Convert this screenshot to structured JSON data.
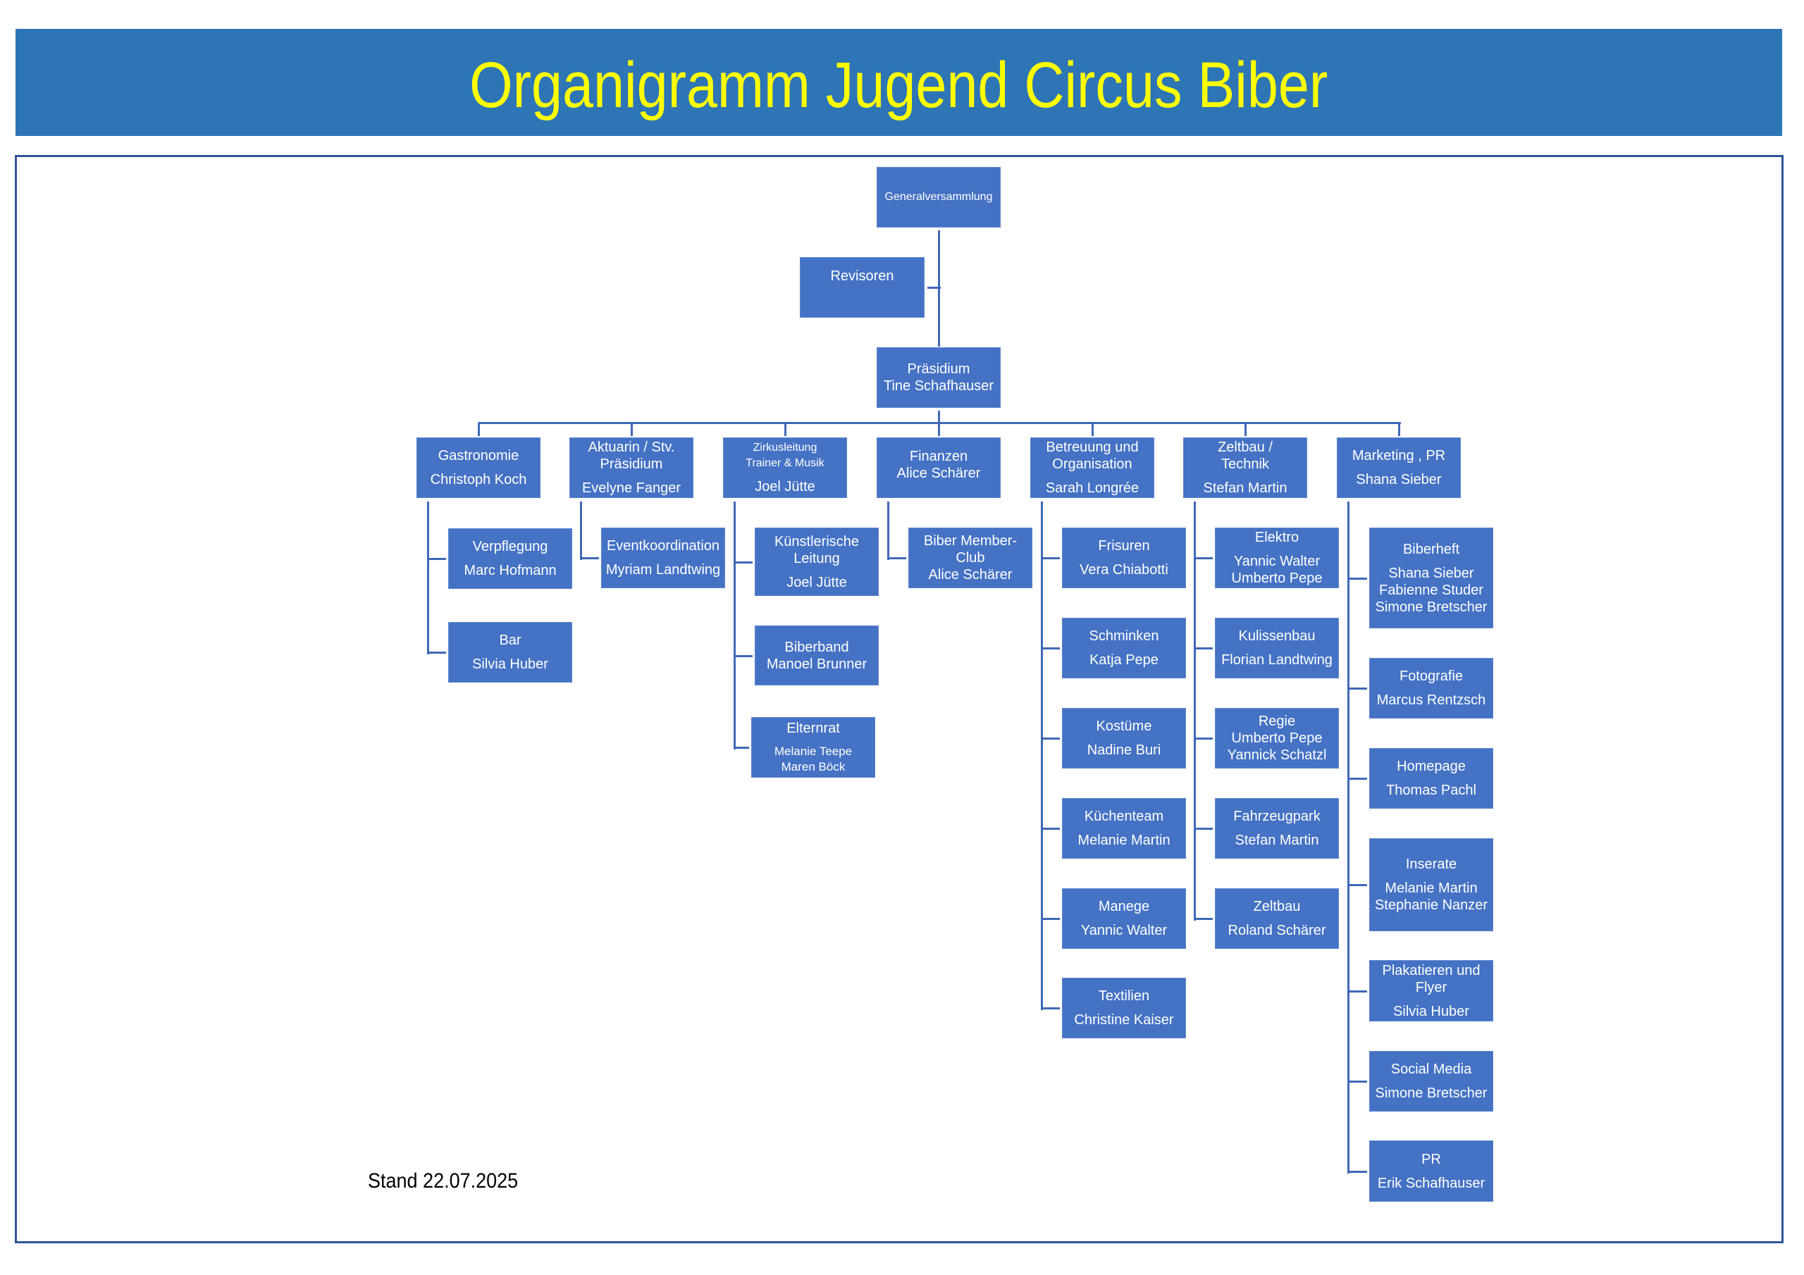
{
  "title": "Organigramm Jugend Circus Biber",
  "footer": {
    "stand": "Stand 22.07.2025"
  },
  "colors": {
    "banner": "#2E75B6",
    "title_text": "#FFFF00",
    "node": "#4472C4",
    "node_text": "#FFFFFF",
    "connector": "#4068B8",
    "frame": "#2F5597"
  },
  "nodes": {
    "generalversammlung": {
      "title": "Generalversammlung",
      "people": ""
    },
    "revisoren": {
      "title": "Revisoren",
      "people": ""
    },
    "praesidium": {
      "title": "Präsidium",
      "people": "Tine Schafhauser"
    },
    "gastronomie": {
      "title": "Gastronomie",
      "people": "Christoph Koch"
    },
    "aktuarin": {
      "title": "Aktuarin / Stv.\nPräsidium",
      "people": "Evelyne Fanger"
    },
    "zirkusleitung": {
      "title": "Zirkusleitung\nTrainer & Musik",
      "people": "Joel Jütte"
    },
    "finanzen": {
      "title": "Finanzen",
      "people": "Alice Schärer"
    },
    "betreuung": {
      "title": "Betreuung und\nOrganisation",
      "people": "Sarah Longrée"
    },
    "zeltbau_technik": {
      "title": "Zeltbau /\nTechnik",
      "people": "Stefan Martin"
    },
    "marketing": {
      "title": "Marketing , PR",
      "people": "Shana Sieber"
    },
    "verpflegung": {
      "title": "Verpflegung",
      "people": "Marc Hofmann"
    },
    "bar": {
      "title": "Bar",
      "people": "Silvia Huber"
    },
    "eventkoordination": {
      "title": "Eventkoordination",
      "people": "Myriam Landtwing"
    },
    "kuenstlerische_leitung": {
      "title": "Künstlerische\nLeitung",
      "people": "Joel Jütte"
    },
    "biberband": {
      "title": "Biberband",
      "people": "Manoel Brunner"
    },
    "elternrat": {
      "title": "Elternrat",
      "people": "Melanie Teepe\nMaren Böck"
    },
    "member_club": {
      "title": "Biber Member-\nClub",
      "people": "Alice Schärer"
    },
    "frisuren": {
      "title": "Frisuren",
      "people": "Vera Chiabotti"
    },
    "schminken": {
      "title": "Schminken",
      "people": "Katja Pepe"
    },
    "kostueme": {
      "title": "Kostüme",
      "people": "Nadine Buri"
    },
    "kuechenteam": {
      "title": "Küchenteam",
      "people": "Melanie Martin"
    },
    "manege": {
      "title": "Manege",
      "people": "Yannic Walter"
    },
    "textilien": {
      "title": "Textilien",
      "people": "Christine Kaiser"
    },
    "elektro": {
      "title": "Elektro",
      "people": "Yannic Walter\nUmberto Pepe"
    },
    "kulissenbau": {
      "title": "Kulissenbau",
      "people": "Florian Landtwing"
    },
    "regie": {
      "title": "Regie",
      "people": "Umberto Pepe\nYannick Schatzl"
    },
    "fahrzeugpark": {
      "title": "Fahrzeugpark",
      "people": "Stefan Martin"
    },
    "zeltbau": {
      "title": "Zeltbau",
      "people": "Roland Schärer"
    },
    "biberheft": {
      "title": "Biberheft",
      "people": "Shana Sieber\nFabienne Studer\nSimone Bretscher"
    },
    "fotografie": {
      "title": "Fotografie",
      "people": "Marcus Rentzsch"
    },
    "homepage": {
      "title": "Homepage",
      "people": "Thomas Pachl"
    },
    "inserate": {
      "title": "Inserate",
      "people": "Melanie Martin\nStephanie Nanzer"
    },
    "plakatieren": {
      "title": "Plakatieren und\nFlyer",
      "people": "Silvia Huber"
    },
    "social_media": {
      "title": "Social Media",
      "people": "Simone Bretscher"
    },
    "pr": {
      "title": "PR",
      "people": "Erik Schafhauser"
    }
  }
}
